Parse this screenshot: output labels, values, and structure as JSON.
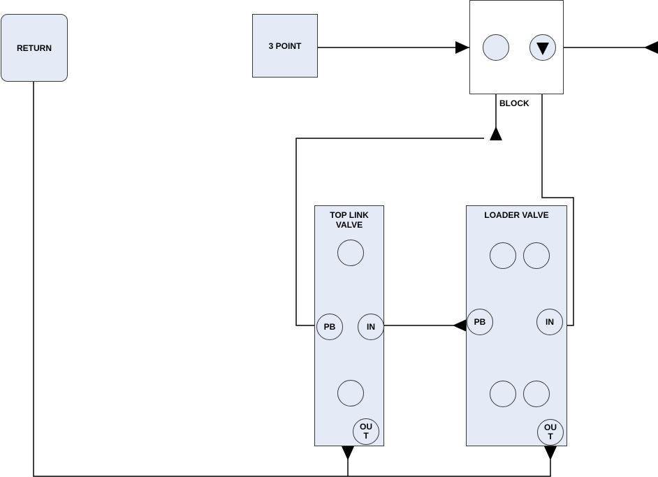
{
  "nodes": {
    "return": "RETURN",
    "three_point": "3 POINT",
    "block": "BLOCK"
  },
  "top_link_valve": {
    "title": "TOP LINK\nVALVE",
    "ports": {
      "pb": "PB",
      "in": "IN",
      "out": "OU\nT"
    }
  },
  "loader_valve": {
    "title": "LOADER VALVE",
    "ports": {
      "pb": "PB",
      "in": "IN",
      "out": "OU\nT"
    }
  },
  "colors": {
    "fill": "#e4ebf7",
    "stroke": "#000000"
  }
}
